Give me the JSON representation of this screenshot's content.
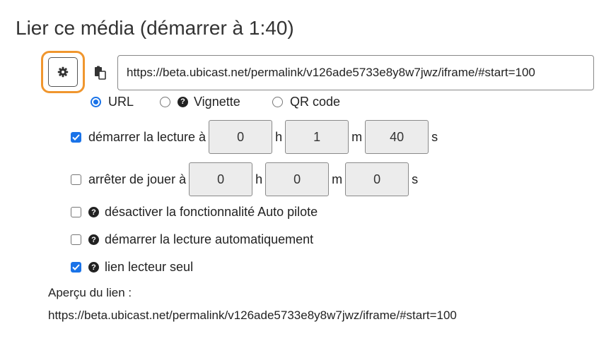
{
  "title": "Lier ce média (démarrer à 1:40)",
  "icons": {
    "settings": "gear-icon",
    "copy": "clipboard-icon",
    "help": "question-circle-icon"
  },
  "url_value": "https://beta.ubicast.net/permalink/v126ade5733e8y8w7jwz/iframe/#start=100",
  "format_options": [
    {
      "label": "URL",
      "selected": true
    },
    {
      "label": "Vignette",
      "selected": false
    },
    {
      "label": "QR code",
      "selected": false
    }
  ],
  "start": {
    "label": "démarrer la lecture à",
    "checked": true,
    "h": "0",
    "m": "1",
    "s": "40"
  },
  "stop": {
    "label": "arrêter de jouer à",
    "checked": false,
    "h": "0",
    "m": "0",
    "s": "0"
  },
  "units": {
    "h": "h",
    "m": "m",
    "s": "s"
  },
  "options": [
    {
      "label": "désactiver la fonctionnalité Auto pilote",
      "checked": false
    },
    {
      "label": "démarrer la lecture automatiquement",
      "checked": false
    },
    {
      "label": "lien lecteur seul",
      "checked": true
    }
  ],
  "preview": {
    "label": "Aperçu du lien :",
    "url": "https://beta.ubicast.net/permalink/v126ade5733e8y8w7jwz/iframe/#start=100"
  },
  "colors": {
    "accent": "#1a73e8",
    "highlight": "#f0962e"
  }
}
